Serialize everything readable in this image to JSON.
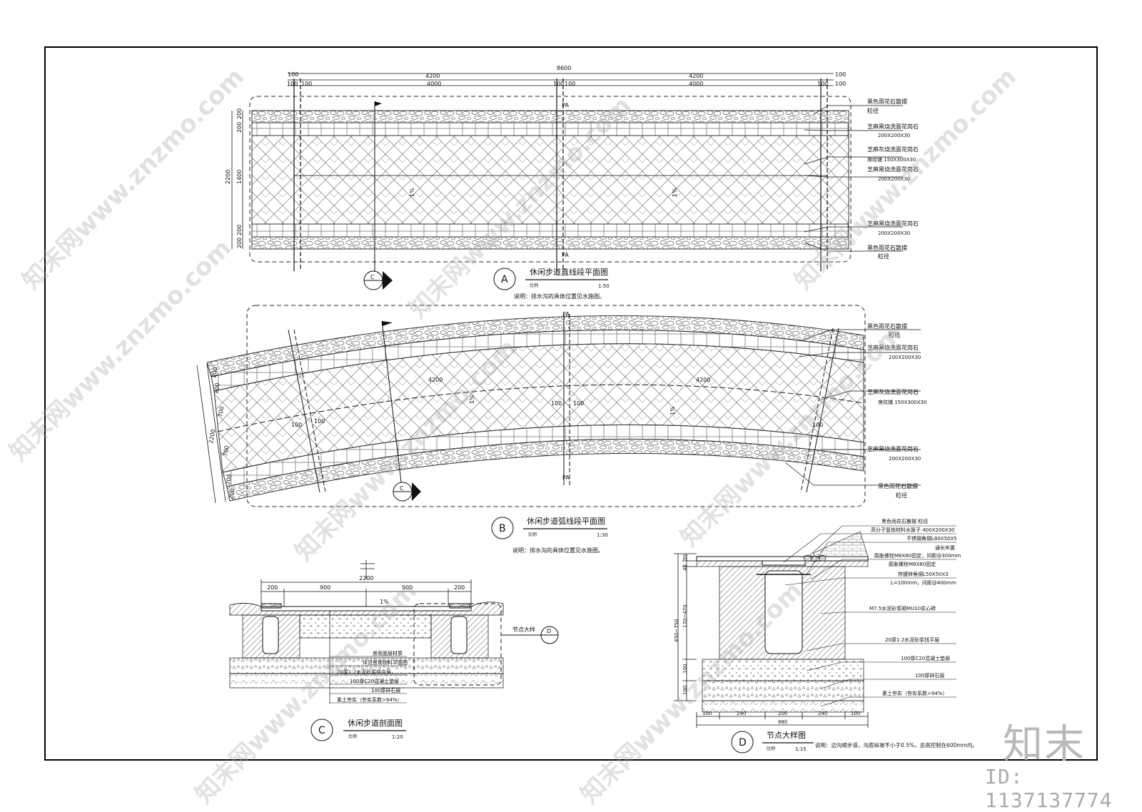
{
  "watermark": {
    "text": "知末网www.znzmo.com",
    "brand": "知末",
    "id": "ID: 1137137774"
  },
  "A": {
    "letter": "A",
    "title": "休闲步道直线段平面图",
    "scale_label": "比例",
    "scale": "1:50",
    "note": "说明：排水沟的具体位置见水施图。",
    "dims_top1": [
      "100",
      "4200",
      "8600",
      "4200",
      "100"
    ],
    "dims_top2": [
      "100",
      "100",
      "4000",
      "100",
      "100",
      "4000",
      "100",
      "100"
    ],
    "dims_left": [
      "200",
      "200",
      "1400",
      "200",
      "200"
    ],
    "dim_left_total": "2200",
    "pa": "PA",
    "slope": "1%",
    "section_mark": "C",
    "labels": [
      {
        "l1": "黑色雨花石散摆",
        "l2": "粒径"
      },
      {
        "l1": "芝麻黑烧洗面花岗石",
        "l2": "200X200X30"
      },
      {
        "l1": "芝麻灰烧洗面花岗石",
        "l2": "席纹铺 150X300X30"
      },
      {
        "l1": "芝麻黑烧洗面花岗石",
        "l2": "200X200X30"
      },
      {
        "l1": "芝麻黑烧洗面花岗石",
        "l2": "200X200X30"
      },
      {
        "l1": "黑色雨花石散摆",
        "l2": "粒径"
      }
    ]
  },
  "B": {
    "letter": "B",
    "title": "休闲步道弧线段平面图",
    "scale_label": "比例",
    "scale": "1:30",
    "note": "说明：排水沟的具体位置见水施图。",
    "arc_dim": "4200",
    "dims_left": [
      "200",
      "200",
      "700",
      "700",
      "200",
      "200"
    ],
    "dim_left_total": "2200",
    "dims_small": [
      "100",
      "100",
      "100",
      "100",
      "100"
    ],
    "pa": "PA",
    "slope": "1%",
    "section_mark": "C",
    "labels": [
      {
        "l1": "黑色雨花石散摆",
        "l2": "粒径"
      },
      {
        "l1": "芝麻黑烧洗面花岗石",
        "l2": "200X200X30"
      },
      {
        "l1": "芝麻灰烧洗面花岗石",
        "l2": "席纹铺 150X300X30"
      },
      {
        "l1": "芝麻黑烧洗面花岗石",
        "l2": "200X200X30"
      },
      {
        "l1": "黑色雨花石散摆",
        "l2": "粒径"
      }
    ]
  },
  "C": {
    "letter": "C",
    "title": "休闲步道剖面图",
    "scale_label": "比例",
    "scale": "1:20",
    "dim_total": "2200",
    "dims": [
      "200",
      "900",
      "900",
      "200"
    ],
    "slope": "1%",
    "detail_label": "节点大样",
    "detail_mark": "D",
    "layers": [
      "景观面层材质",
      "详见景观物料平面图",
      "20厚1:2水泥砂浆结合层",
      "100厚C20混凝土垫层",
      "100厚碎石层",
      "素土夯实（夯实系数>94%）"
    ]
  },
  "D": {
    "letter": "D",
    "title": "节点大样图",
    "scale_label": "比例",
    "scale": "1:15",
    "note": "说明：边沟顺步道，沟底纵坡不小于0.5%，总高控制在600mm内。",
    "dims_left": [
      "30",
      "40",
      "170~470",
      "100",
      "100"
    ],
    "dim_left_total": "450~750",
    "dims_bottom": [
      "100",
      "240",
      "200",
      "240",
      "100"
    ],
    "dim_bottom_total": "880",
    "labels": [
      "黑色雨花石散摆 粒径",
      "高分子复核材料水箅子 400X200X30",
      "不锈钢角钢L80X50X5",
      "通长布置",
      "膨胀螺栓M8X80固定，间距@300mm",
      "膨胀螺栓M6X80固定",
      "热镀锌角钢L50X50X3",
      "L=100mm，间距@400mm",
      "M7.5水泥砂浆砌MU10实心砖",
      "20厚1:2水泥砂浆找平层",
      "100厚C20混凝土垫层",
      "100厚碎石层",
      "素土夯实（夯实系数>94%）"
    ]
  }
}
